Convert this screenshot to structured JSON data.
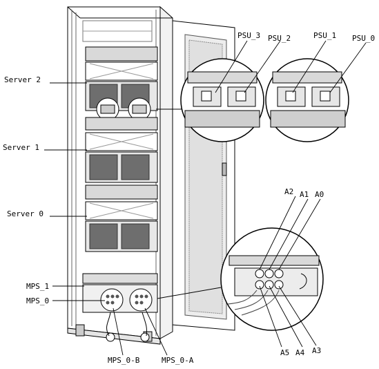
{
  "labels": {
    "server_2": "Server 2",
    "server_1": "Server 1",
    "server_0": "Server 0",
    "mps_1": "MPS_1",
    "mps_0": "MPS_0",
    "mps_0_b": "MPS_0-B",
    "mps_0_a": "MPS_0-A",
    "psu_3": "PSU_3",
    "psu_2": "PSU_2",
    "psu_1": "PSU_1",
    "psu_0": "PSU_0",
    "a0": "A0",
    "a1": "A1",
    "a2": "A2",
    "a3": "A3",
    "a4": "A4",
    "a5": "A5"
  },
  "colors": {
    "line": "#000000",
    "fill": "#ffffff",
    "shade": "#d9d9d9",
    "dark": "#6e6e6e"
  }
}
